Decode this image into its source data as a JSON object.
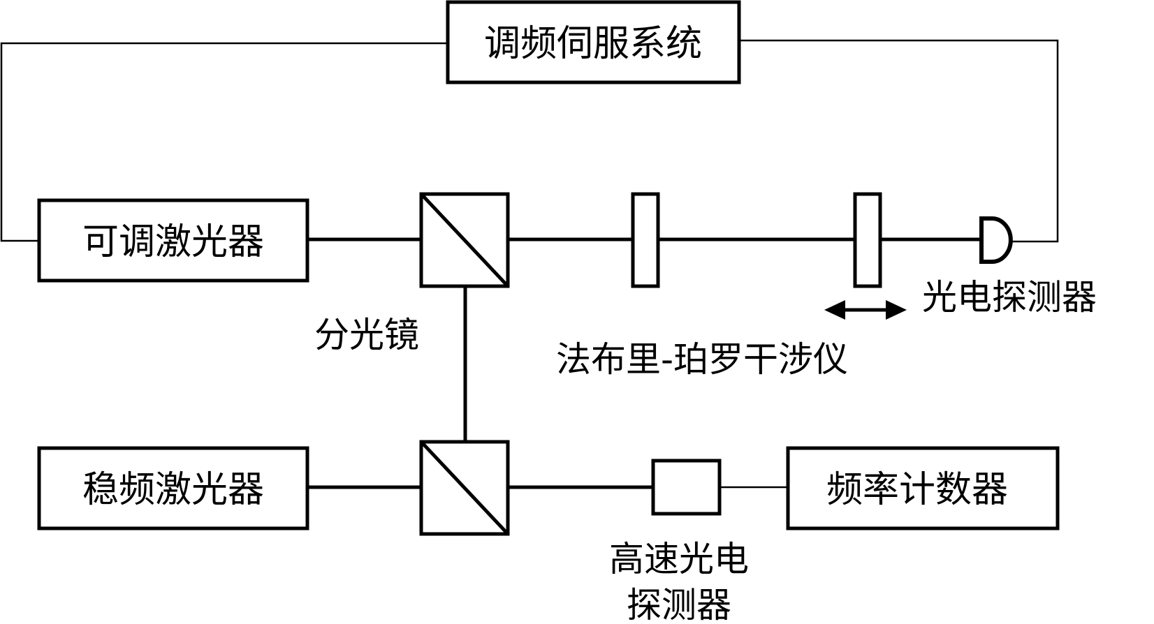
{
  "boxes": {
    "servo": "调频伺服系统",
    "tunable_laser": "可调激光器",
    "stable_laser": "稳频激光器",
    "counter": "频率计数器"
  },
  "labels": {
    "beam_splitter": "分光镜",
    "fabry_perot": "法布里-珀罗干涉仪",
    "photodetector": "光电探测器",
    "fast_detector_line1": "高速光电",
    "fast_detector_line2": "探测器"
  }
}
